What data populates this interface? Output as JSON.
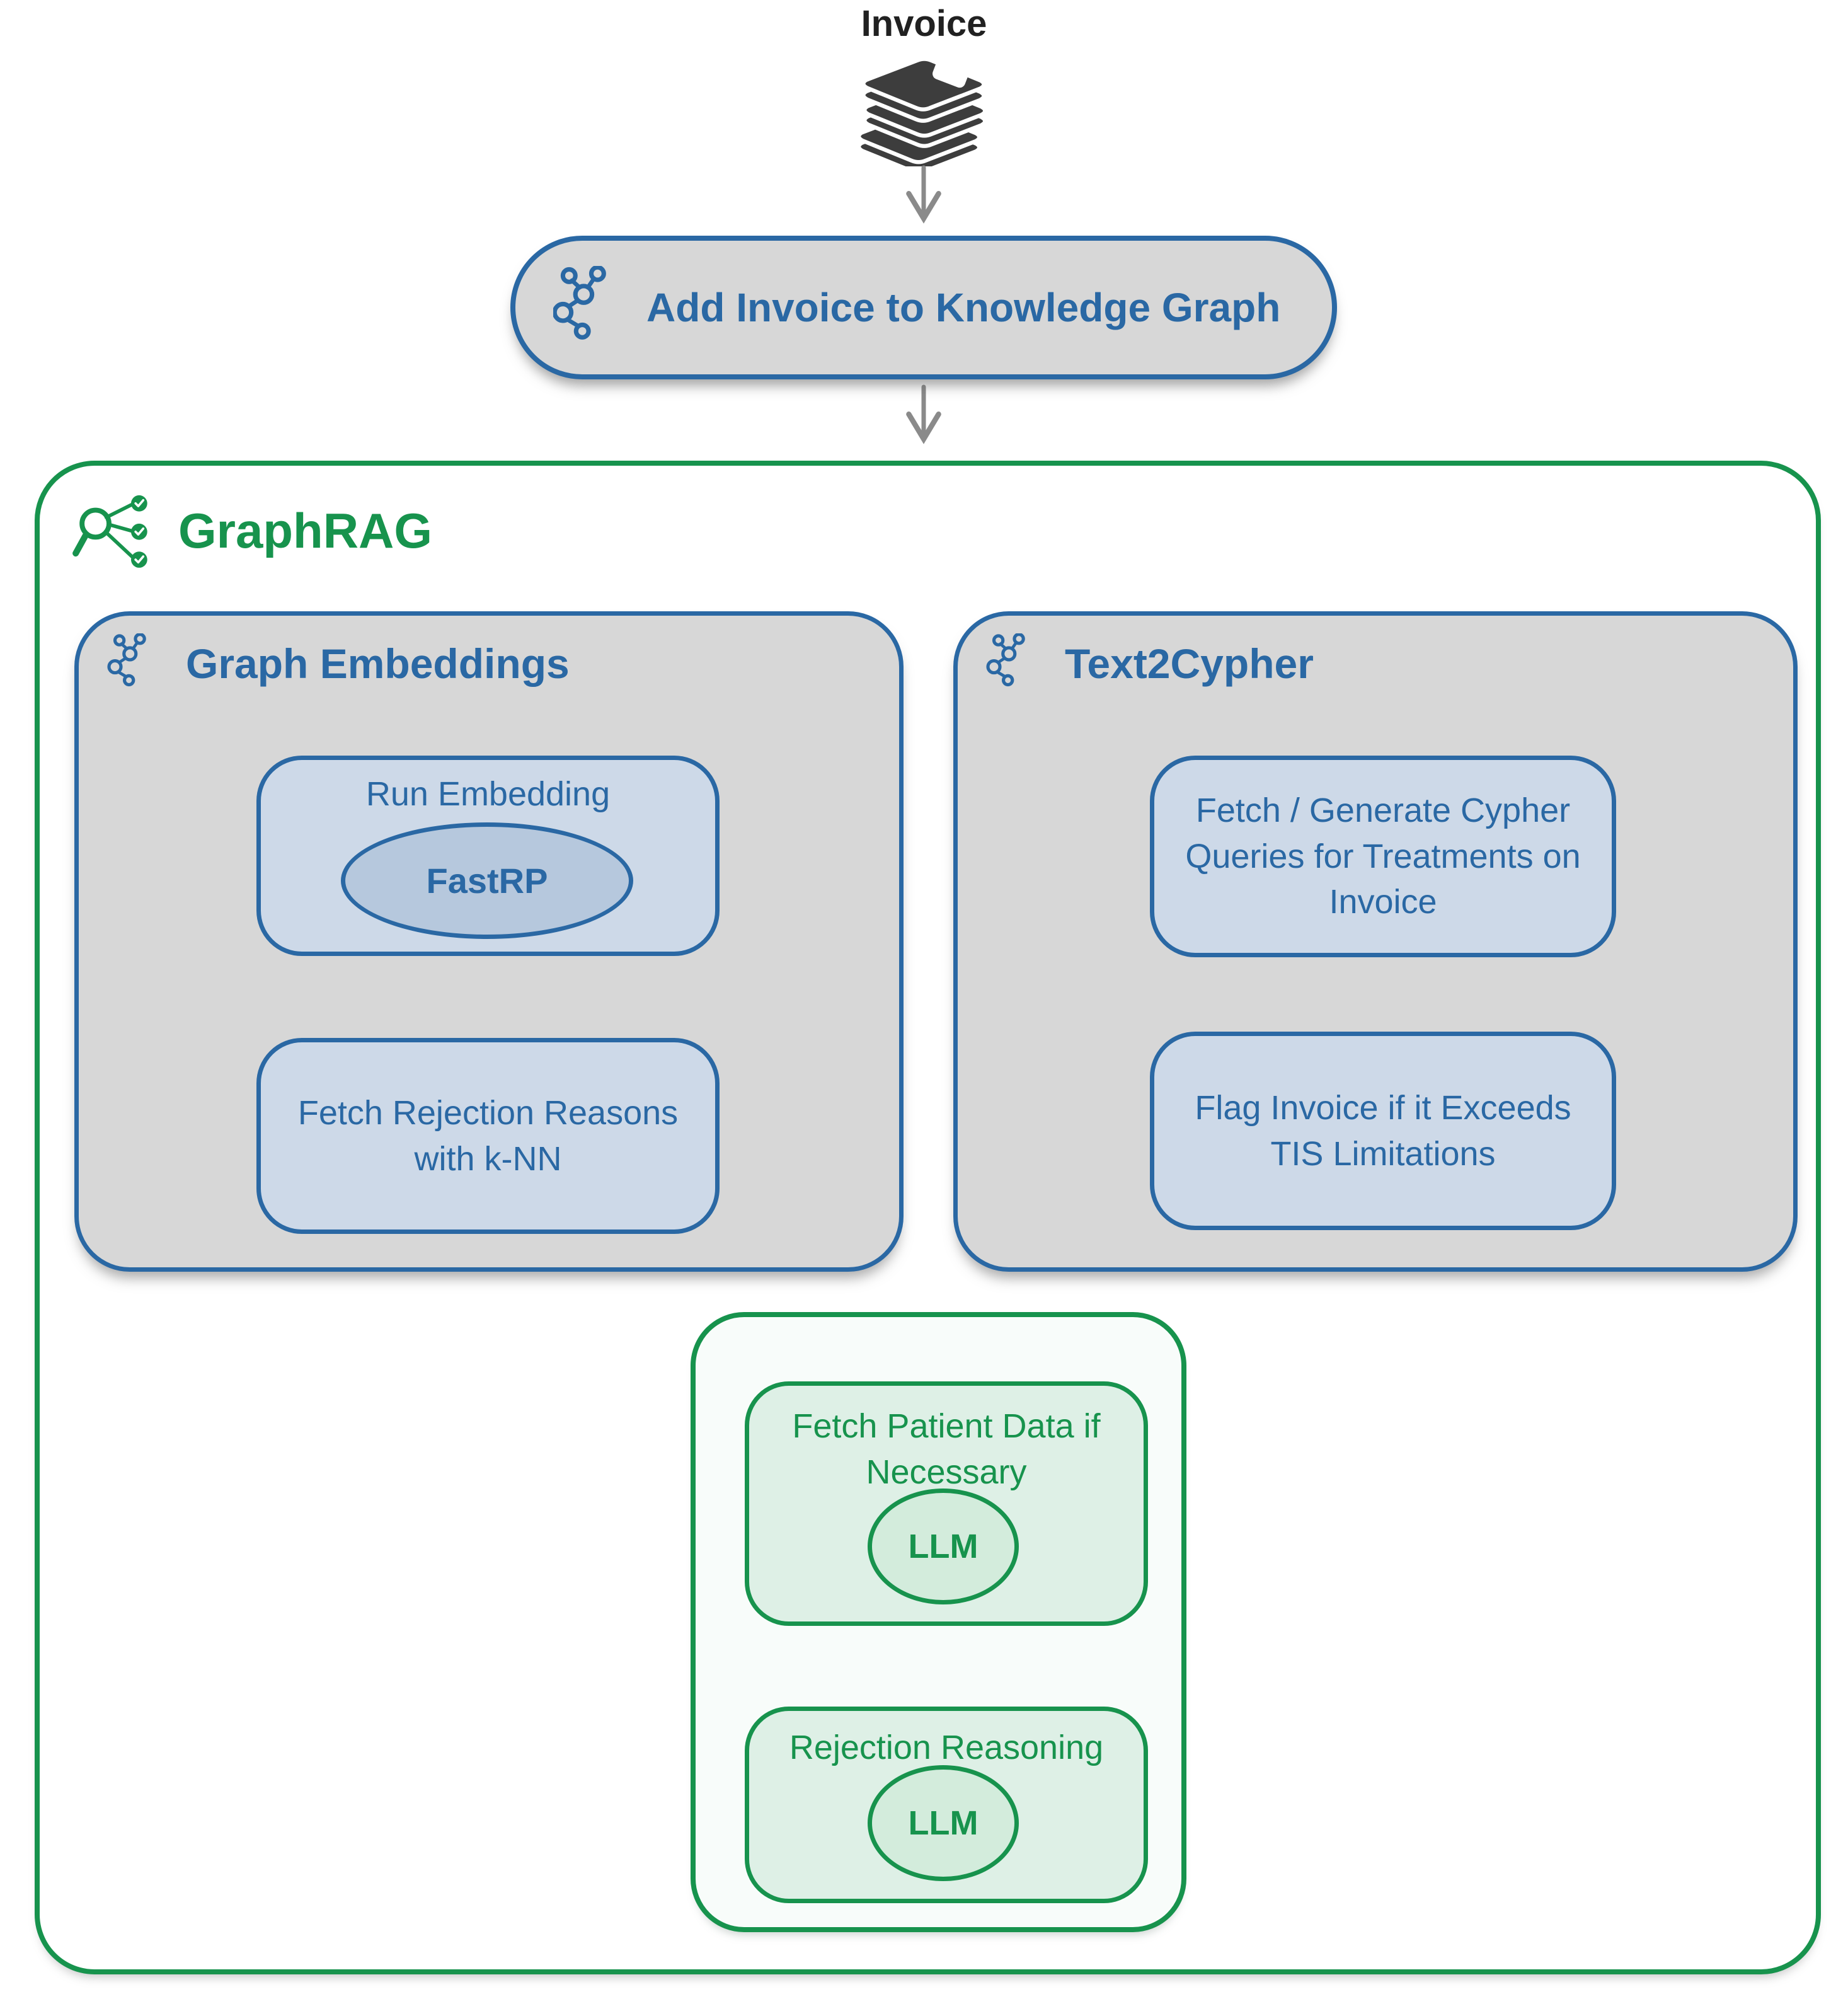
{
  "colors": {
    "blue": "#2a68a4",
    "green": "#17934d",
    "panel_gray": "#d7d7d7",
    "light_blue": "#cdd9e8",
    "mid_blue": "#b6c8dd",
    "light_green": "#def0e6",
    "llm_green": "#d3ecdc",
    "pale_green": "#f8fcfa",
    "arrow_gray": "#8a8a8a",
    "ink": "#212121",
    "book_ink": "#3d3d3d"
  },
  "flow": {
    "source_label": "Invoice",
    "add_invoice_step": "Add Invoice to Knowledge Graph"
  },
  "graphrag": {
    "title": "GraphRAG",
    "graph_embeddings": {
      "title": "Graph Embeddings",
      "run_embedding_label": "Run Embedding",
      "algorithm": "FastRP",
      "fetch_step": "Fetch Rejection Reasons with k-NN"
    },
    "text2cypher": {
      "title": "Text2Cypher",
      "fetch_step": "Fetch / Generate Cypher Queries for Treatments on Invoice",
      "flag_step": "Flag Invoice if it Exceeds TIS Limitations"
    },
    "reasoning": {
      "fetch_patient_step": "Fetch Patient Data if Necessary",
      "fetch_patient_engine": "LLM",
      "rejection_step": "Rejection Reasoning",
      "rejection_engine": "LLM"
    }
  },
  "icons": {
    "invoice": "books-stack-icon",
    "add_invoice": "graph-nodes-icon",
    "graphrag": "graph-search-check-icon",
    "graph_embeddings": "graph-nodes-icon",
    "text2cypher": "graph-nodes-icon",
    "connectors": "gray-arrow"
  }
}
